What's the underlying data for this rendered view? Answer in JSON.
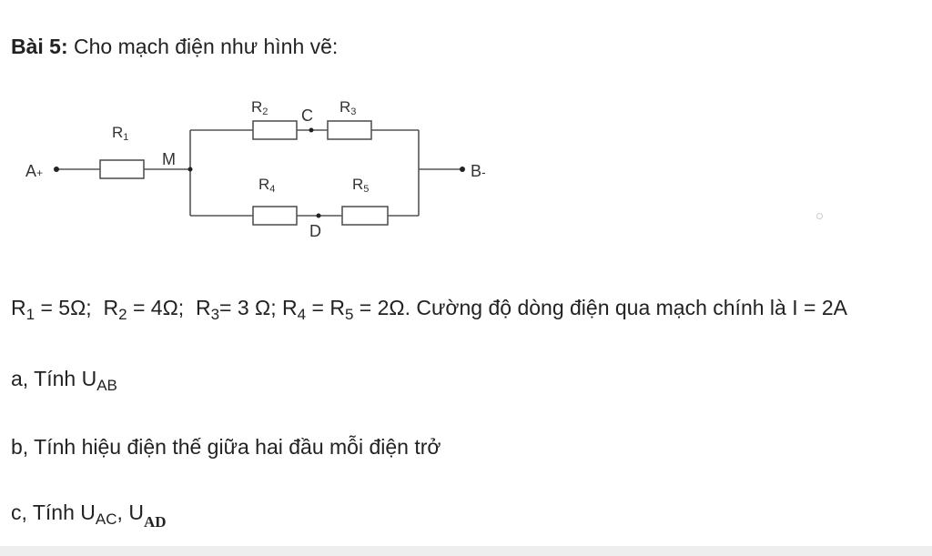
{
  "problem": {
    "label": "Bài 5:",
    "statement": " Cho mạch điện như hình vẽ:"
  },
  "circuit": {
    "nodes": {
      "A": "A",
      "A_sign": "+",
      "B": "B",
      "B_sign": "-",
      "M": "M",
      "C": "C",
      "D": "D"
    },
    "resistors": {
      "R1": {
        "letter": "R",
        "index": "1"
      },
      "R2": {
        "letter": "R",
        "index": "2"
      },
      "R3": {
        "letter": "R",
        "index": "3"
      },
      "R4": {
        "letter": "R",
        "index": "4"
      },
      "R5": {
        "letter": "R",
        "index": "5"
      }
    }
  },
  "given": {
    "r1_sym": "R",
    "r1_sub": "1",
    "r1_val": " = 5Ω;  ",
    "r2_sym": "R",
    "r2_sub": "2",
    "r2_val": " = 4Ω;  ",
    "r3_sym": "R",
    "r3_sub": "3",
    "r3_val": "= 3 Ω; ",
    "r45_sym_a": "R",
    "r45_sub_a": "4",
    "r45_eq": " = ",
    "r45_sym_b": "R",
    "r45_sub_b": "5",
    "r45_val": " = 2Ω. ",
    "current_text": "Cường độ dòng điện qua mạch chính là I = 2A"
  },
  "questions": {
    "a_text": "a, Tính ",
    "a_sym": "U",
    "a_sub": "AB",
    "b_text": "b, Tính hiệu điện thế giữa hai đầu mỗi điện trở",
    "c_text": "c, Tính ",
    "c_sym1": "U",
    "c_sub1": "AC",
    "c_sep": ", ",
    "c_sym2": "U",
    "c_sub2": "AD"
  }
}
